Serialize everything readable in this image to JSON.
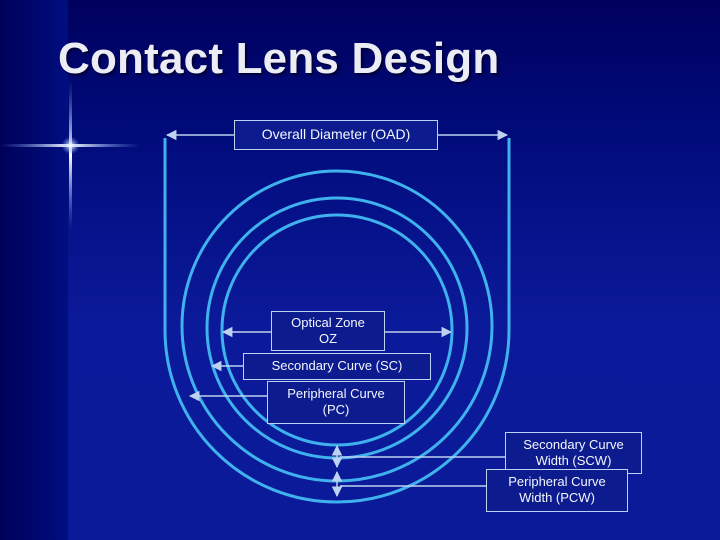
{
  "slide": {
    "title": "Contact Lens Design"
  },
  "labels": {
    "oad": "Overall Diameter (OAD)",
    "oz_line1": "Optical Zone",
    "oz_line2": "OZ",
    "sc": "Secondary Curve (SC)",
    "pc_line1": "Peripheral Curve",
    "pc_line2": "(PC)",
    "scw_line1": "Secondary Curve",
    "scw_line2": "Width (SCW)",
    "pcw_line1": "Peripheral Curve",
    "pcw_line2": "Width (PCW)"
  },
  "colors": {
    "background": "#0b1a8c",
    "lens_lines": "#3fb2ee",
    "arrows": "#bcd2f0",
    "title_text": "#ececf4"
  }
}
